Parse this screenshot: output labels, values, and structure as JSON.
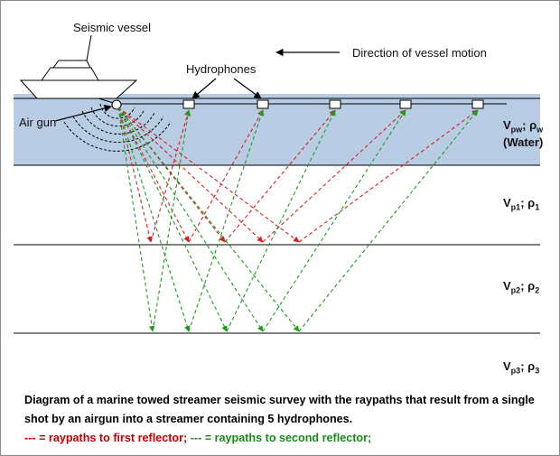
{
  "labels": {
    "seismic_vessel": "Seismic vessel",
    "direction": "Direction of vessel motion",
    "hydrophones": "Hydrophones",
    "air_gun": "Air gun"
  },
  "layers": [
    {
      "velocity": "V",
      "velocity_sub": "pw",
      "density": "ρ",
      "density_sub": "w",
      "name": "(Water)"
    },
    {
      "velocity": "V",
      "velocity_sub": "p1",
      "density": "ρ",
      "density_sub": "1"
    },
    {
      "velocity": "V",
      "velocity_sub": "p2",
      "density": "ρ",
      "density_sub": "2"
    },
    {
      "velocity": "V",
      "velocity_sub": "p3",
      "density": "ρ",
      "density_sub": "3"
    }
  ],
  "caption": {
    "line1": "Diagram of a marine towed streamer seismic survey with the raypaths that result from a single shot by an airgun into a streamer containing 5 hydrophones.",
    "red_key": "--- = raypaths to first reflector;",
    "green_key": "--- = raypaths to second reflector;"
  },
  "colors": {
    "water": "#b8cde3",
    "first_reflector_rays": "#d42020",
    "second_reflector_rays": "#1f9a1f",
    "lines": "#000000"
  },
  "hydrophone_count": 5
}
